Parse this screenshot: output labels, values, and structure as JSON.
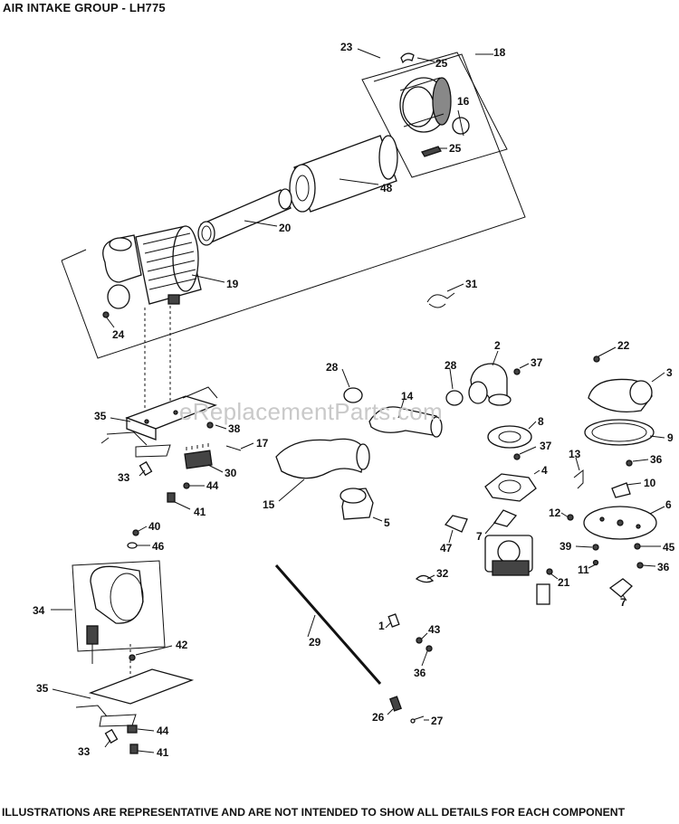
{
  "header": {
    "title": "AIR INTAKE GROUP - LH775"
  },
  "footer": {
    "note": "ILLUSTRATIONS ARE REPRESENTATIVE AND ARE NOT INTENDED TO SHOW ALL DETAILS FOR EACH COMPONENT"
  },
  "watermark": {
    "text": "eReplacementParts.com"
  },
  "callouts": [
    {
      "id": "c23",
      "label": "23"
    },
    {
      "id": "c18",
      "label": "18"
    },
    {
      "id": "c25a",
      "label": "25"
    },
    {
      "id": "c16",
      "label": "16"
    },
    {
      "id": "c25b",
      "label": "25"
    },
    {
      "id": "c48",
      "label": "48"
    },
    {
      "id": "c20",
      "label": "20"
    },
    {
      "id": "c19",
      "label": "19"
    },
    {
      "id": "c24",
      "label": "24"
    },
    {
      "id": "c31",
      "label": "31"
    },
    {
      "id": "c2",
      "label": "2"
    },
    {
      "id": "c22",
      "label": "22"
    },
    {
      "id": "c37a",
      "label": "37"
    },
    {
      "id": "c3",
      "label": "3"
    },
    {
      "id": "c28a",
      "label": "28"
    },
    {
      "id": "c28b",
      "label": "28"
    },
    {
      "id": "c14",
      "label": "14"
    },
    {
      "id": "c8",
      "label": "8"
    },
    {
      "id": "c9",
      "label": "9"
    },
    {
      "id": "c35a",
      "label": "35"
    },
    {
      "id": "c38",
      "label": "38"
    },
    {
      "id": "c17",
      "label": "17"
    },
    {
      "id": "c37b",
      "label": "37"
    },
    {
      "id": "c13",
      "label": "13"
    },
    {
      "id": "c36a",
      "label": "36"
    },
    {
      "id": "c30",
      "label": "30"
    },
    {
      "id": "c33a",
      "label": "33"
    },
    {
      "id": "c44a",
      "label": "44"
    },
    {
      "id": "c4",
      "label": "4"
    },
    {
      "id": "c10",
      "label": "10"
    },
    {
      "id": "c15",
      "label": "15"
    },
    {
      "id": "c41a",
      "label": "41"
    },
    {
      "id": "c6",
      "label": "6"
    },
    {
      "id": "c12",
      "label": "12"
    },
    {
      "id": "c5",
      "label": "5"
    },
    {
      "id": "c7a",
      "label": "7"
    },
    {
      "id": "c40",
      "label": "40"
    },
    {
      "id": "c47",
      "label": "47"
    },
    {
      "id": "c46",
      "label": "46"
    },
    {
      "id": "c39",
      "label": "39"
    },
    {
      "id": "c45",
      "label": "45"
    },
    {
      "id": "c11",
      "label": "11"
    },
    {
      "id": "c36b",
      "label": "36"
    },
    {
      "id": "c32",
      "label": "32"
    },
    {
      "id": "c21",
      "label": "21"
    },
    {
      "id": "c34",
      "label": "34"
    },
    {
      "id": "c7b",
      "label": "7"
    },
    {
      "id": "c1",
      "label": "1"
    },
    {
      "id": "c43",
      "label": "43"
    },
    {
      "id": "c29",
      "label": "29"
    },
    {
      "id": "c42",
      "label": "42"
    },
    {
      "id": "c36c",
      "label": "36"
    },
    {
      "id": "c35b",
      "label": "35"
    },
    {
      "id": "c26",
      "label": "26"
    },
    {
      "id": "c27",
      "label": "27"
    },
    {
      "id": "c44b",
      "label": "44"
    },
    {
      "id": "c33b",
      "label": "33"
    },
    {
      "id": "c41b",
      "label": "41"
    }
  ]
}
